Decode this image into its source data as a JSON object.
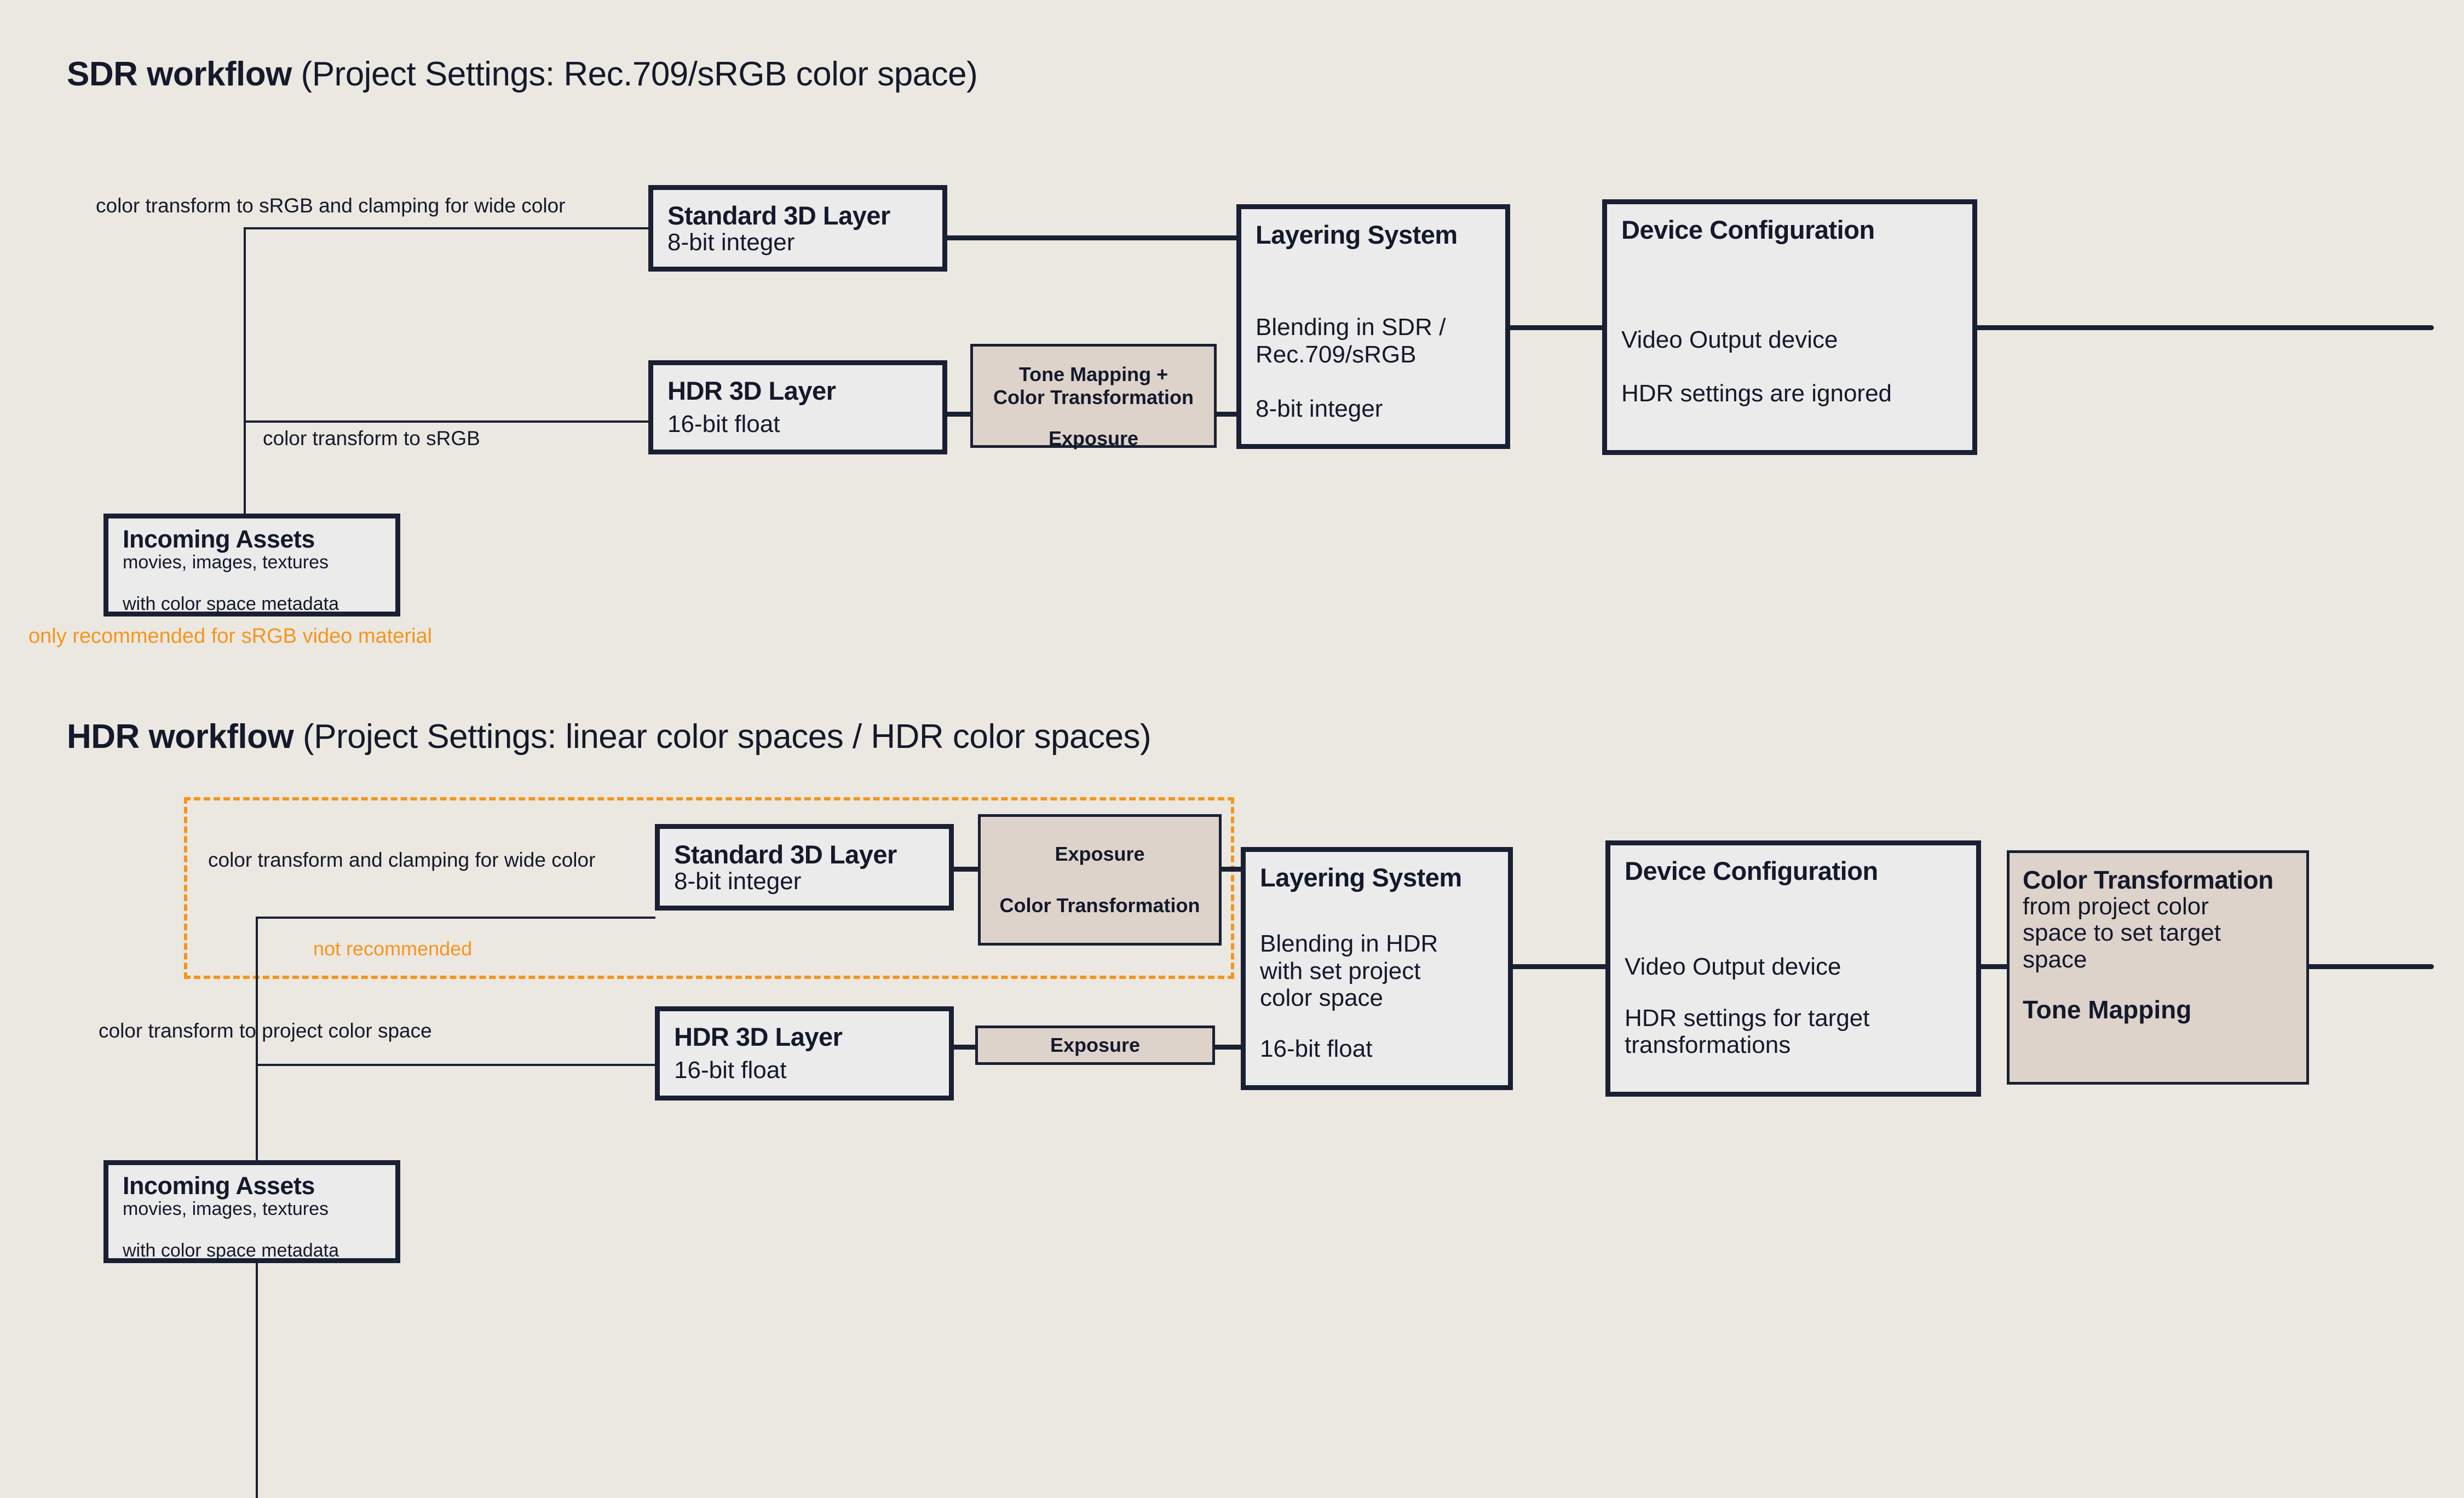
{
  "colors": {
    "background": "#ebe8e1",
    "box_fill": "#ebebeb",
    "box_border": "#1a2033",
    "process_fill": "#ddd3cb",
    "warning": "#f7941e",
    "text": "#14192b"
  },
  "sdr": {
    "title_strong": "SDR workflow",
    "title_sub": "(Project Settings: Rec.709/sRGB color space)",
    "edge_labels": {
      "top": "color transform to sRGB and clamping for wide color",
      "bottom": "color transform to sRGB"
    },
    "standard_layer": {
      "title": "Standard 3D Layer",
      "body": "8-bit integer"
    },
    "hdr_layer": {
      "title": "HDR 3D Layer",
      "body": "16-bit float"
    },
    "tone_map": {
      "line1": "Tone Mapping +",
      "line2": "Color Transformation",
      "line3": "Exposure"
    },
    "layering": {
      "title": "Layering System",
      "body1": "Blending in SDR /",
      "body2": "Rec.709/sRGB",
      "body3": "8-bit integer"
    },
    "device": {
      "title": "Device Configuration",
      "body1": "Video Output device",
      "body2": "HDR settings are ignored"
    },
    "assets": {
      "title": "Incoming Assets",
      "sub": "movies, images, textures",
      "body": "with color space metadata"
    },
    "warning": "only recommended for sRGB video material"
  },
  "hdr": {
    "title_strong": "HDR workflow",
    "title_sub": "(Project Settings: linear color spaces / HDR color spaces)",
    "edge_labels": {
      "top": "color transform and clamping for wide color",
      "bottom": "color transform to project color space"
    },
    "warning_inline": "not recommended",
    "standard_layer": {
      "title": "Standard 3D Layer",
      "body": "8-bit integer"
    },
    "hdr_layer": {
      "title": "HDR 3D Layer",
      "body": "16-bit float"
    },
    "exposure_ct": {
      "line1": "Exposure",
      "line2": "Color Transformation"
    },
    "exposure": {
      "line1": "Exposure"
    },
    "layering": {
      "title": "Layering System",
      "body1": "Blending in HDR",
      "body2": "with set project",
      "body3": "color space",
      "body4": "16-bit float"
    },
    "device": {
      "title": "Device Configuration",
      "body1": "Video Output device",
      "body2": "HDR settings for target",
      "body3": "transformations"
    },
    "color_transform": {
      "title": "Color Transformation",
      "body1": "from project color",
      "body2": "space to set target",
      "body3": "space",
      "footer": "Tone Mapping"
    },
    "assets": {
      "title": "Incoming Assets",
      "sub": "movies, images, textures",
      "body": "with color space metadata"
    }
  }
}
